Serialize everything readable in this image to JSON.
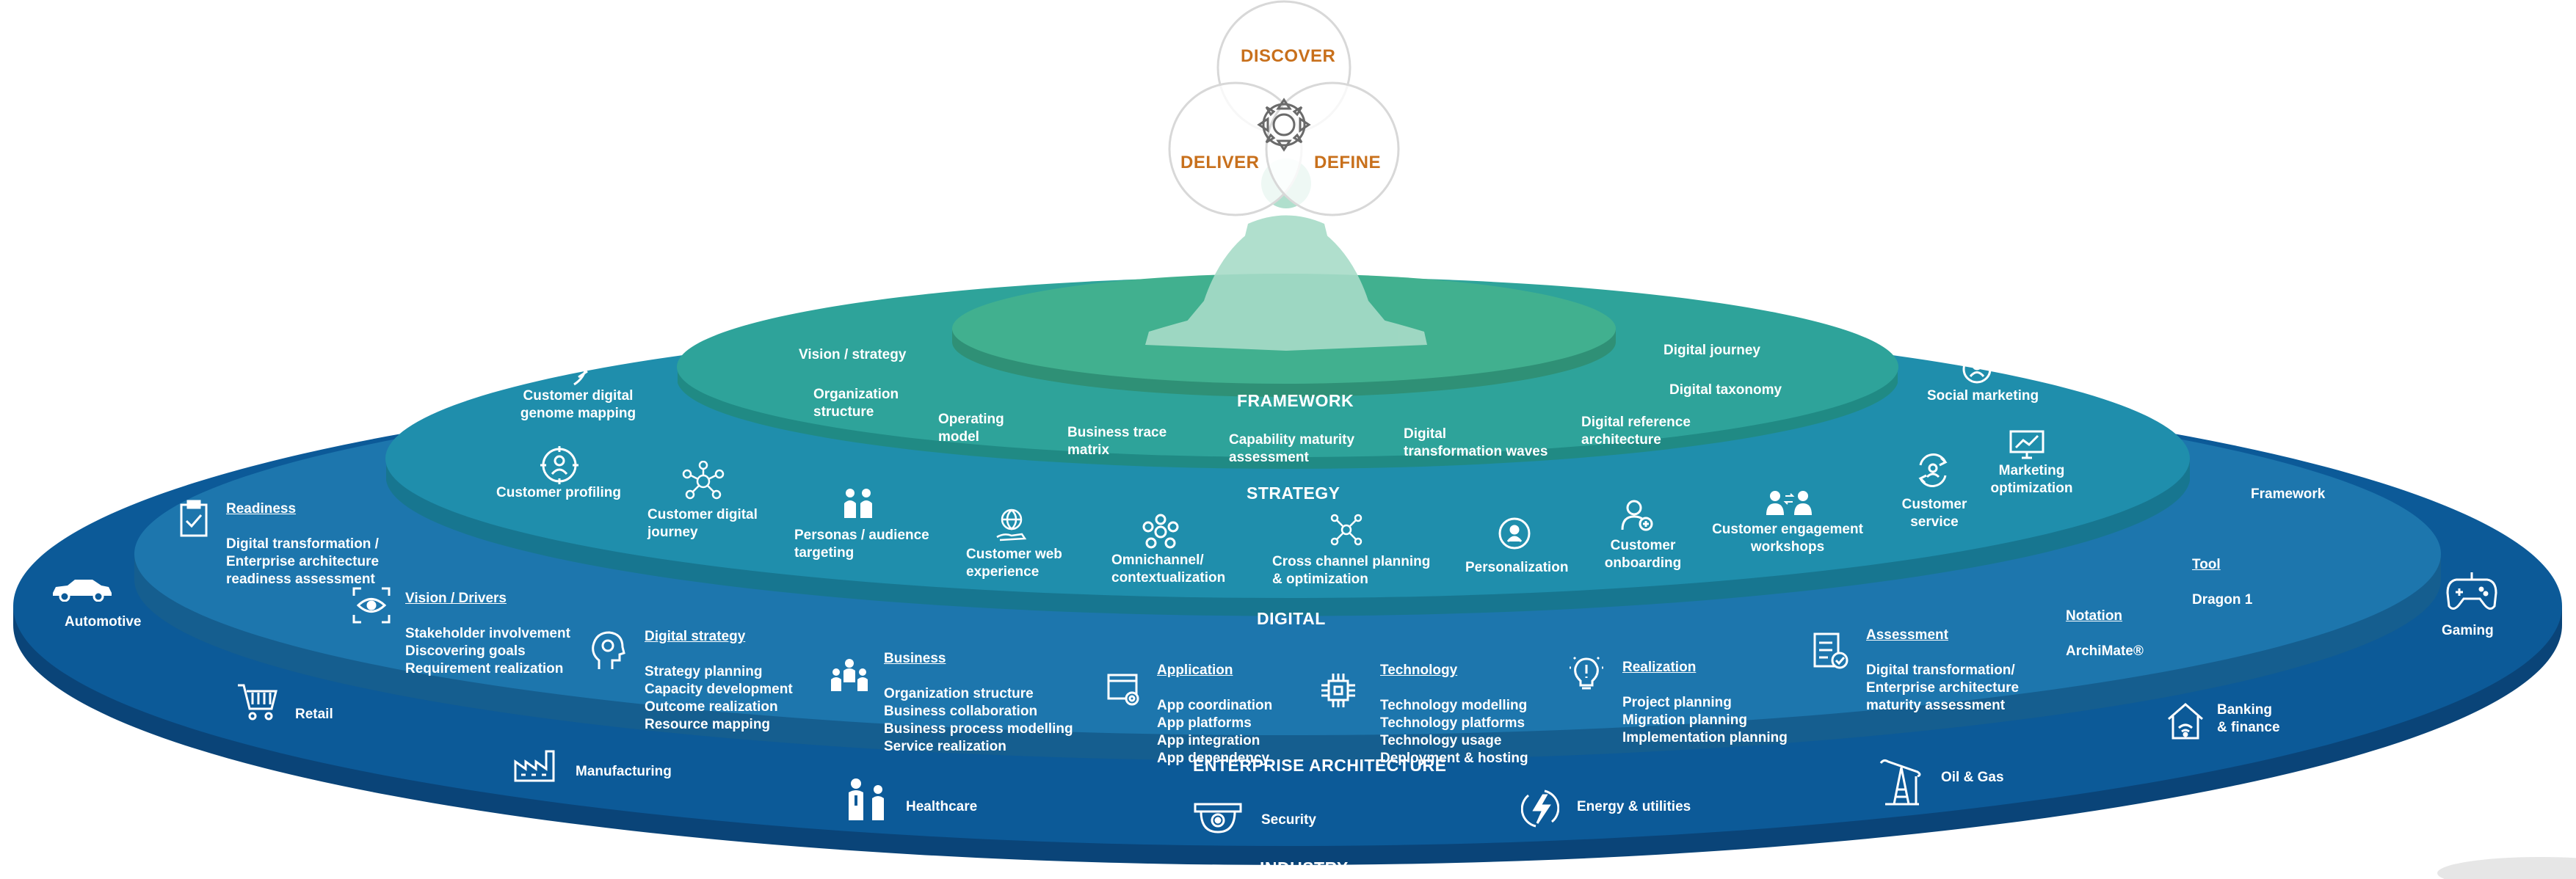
{
  "colors": {
    "industry": "#0c5a98",
    "industry_edge": "#0a4478",
    "ea": "#1d76ad",
    "ea_edge": "#155e8f",
    "digital": "#1f8eac",
    "digital_edge": "#177690",
    "strategy": "#2ea39a",
    "strategy_edge": "#208a84",
    "framework": "#41b08f",
    "framework_edge": "#2f9076",
    "venn_text": "#c8701c"
  },
  "venn": {
    "top": "DISCOVER",
    "left": "DELIVER",
    "right": "DEFINE"
  },
  "layers": {
    "framework": "FRAMEWORK",
    "strategy": "STRATEGY",
    "digital": "DIGITAL",
    "enterprise_architecture": "ENTERPRISE ARCHITECTURE",
    "industry": "INDUSTRY"
  },
  "framework_items": {
    "vision_strategy": "Vision / strategy",
    "organization_structure": "Organization\nstructure",
    "operating_model": "Operating\nmodel",
    "business_trace_matrix": "Business trace\nmatrix",
    "capability_maturity": "Capability maturity\nassessment",
    "digital_transformation_waves": "Digital\ntransformation waves",
    "digital_reference_architecture": "Digital reference\narchitecture",
    "digital_taxonomy": "Digital taxonomy",
    "digital_journey": "Digital journey"
  },
  "strategy_items": {
    "genome": "Customer digital\ngenome mapping",
    "profiling": "Customer profiling",
    "social_marketing": "Social marketing",
    "customer_service": "Customer\nservice",
    "marketing_optimization": "Marketing\noptimization"
  },
  "digital_items": {
    "customer_digital_journey": "Customer digital\njourney",
    "personas": "Personas / audience\ntargeting",
    "web_experience": "Customer web\nexperience",
    "omnichannel": "Omnichannel/\ncontextualization",
    "cross_channel": "Cross channel planning\n& optimization",
    "personalization": "Personalization",
    "onboarding": "Customer\nonboarding",
    "engagement": "Customer engagement\nworkshops",
    "framework": "Framework",
    "tool_title": "Tool",
    "tool_value": "Dragon 1",
    "readiness_title": "Readiness",
    "readiness_text": "Digital transformation /\nEnterprise architecture\nreadiness assessment",
    "vision_title": "Vision / Drivers",
    "vision_items": "Stakeholder involvement\nDiscovering goals\nRequirement realization"
  },
  "ea_items": {
    "digital_strategy_title": "Digital strategy",
    "digital_strategy_items": "Strategy planning\nCapacity development\nOutcome realization\nResource mapping",
    "business_title": "Business",
    "business_items": "Organization structure\nBusiness collaboration\nBusiness process modelling\nService realization",
    "application_title": "Application",
    "application_items": "App coordination\nApp platforms\nApp integration\nApp dependency",
    "technology_title": "Technology",
    "technology_items": "Technology modelling\nTechnology platforms\nTechnology usage\nDeployment & hosting",
    "realization_title": "Realization",
    "realization_items": "Project planning\nMigration planning\nImplementation planning",
    "assessment_title": "Assessment",
    "assessment_items": "Digital transformation/\nEnterprise architecture\nmaturity assessment",
    "notation_title": "Notation",
    "notation_value": "ArchiMate®"
  },
  "industries": {
    "automotive": "Automotive",
    "retail": "Retail",
    "manufacturing": "Manufacturing",
    "healthcare": "Healthcare",
    "security": "Security",
    "energy": "Energy & utilities",
    "oil_gas": "Oil & Gas",
    "banking": "Banking\n& finance",
    "gaming": "Gaming"
  },
  "icons": {
    "venn_center": "chakra-icon",
    "meditation": "meditating-figure",
    "dna": "dna-icon",
    "target_person": "target-person-icon",
    "social": "person-circle-icon",
    "service": "service-refresh-icon",
    "marketing": "monitor-chart-icon",
    "network_people": "network-people-icon",
    "personas": "personas-icon",
    "globe_hand": "globe-hand-icon",
    "omnichannel": "flower-cluster-icon",
    "cross_channel": "nodes-icon",
    "personalization": "person-badge-icon",
    "onboarding": "user-add-icon",
    "engagement": "people-exchange-icon",
    "clipboard": "clipboard-check-icon",
    "eye": "eye-scan-icon",
    "head": "head-gear-icon",
    "business": "business-team-icon",
    "app": "app-window-gear-icon",
    "chip": "chip-icon",
    "bulb": "lightbulb-icon",
    "assessment": "checklist-icon",
    "car": "car-icon",
    "cart": "cart-icon",
    "factory": "factory-icon",
    "doctor": "doctor-patient-icon",
    "camera": "security-camera-icon",
    "bolt": "bolt-icon",
    "pump": "oil-pump-icon",
    "bank": "bank-wifi-icon",
    "gamepad": "gamepad-icon"
  }
}
